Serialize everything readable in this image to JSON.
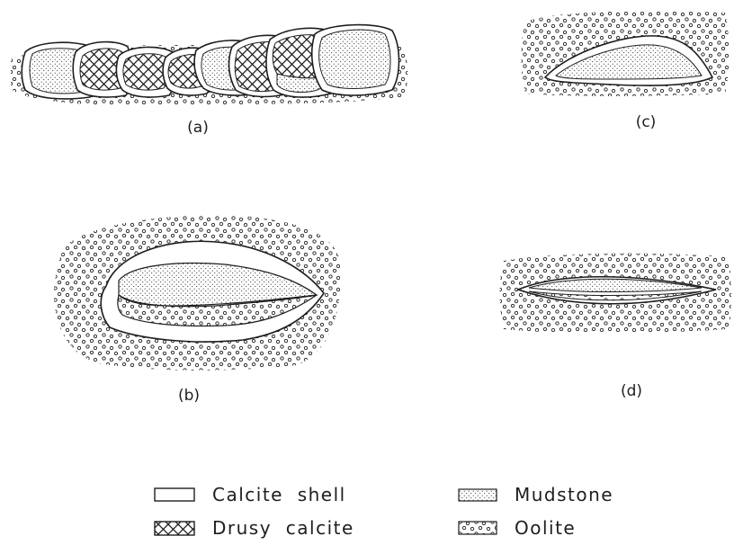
{
  "panels": {
    "a": {
      "label": "(a)"
    },
    "b": {
      "label": "(b)"
    },
    "c": {
      "label": "(c)"
    },
    "d": {
      "label": "(d)"
    }
  },
  "legend": {
    "items": [
      {
        "key": "calcite-shell",
        "label": "Calcite  shell",
        "pattern": "blank"
      },
      {
        "key": "drusy-calcite",
        "label": "Drusy  calcite",
        "pattern": "crosshatch"
      },
      {
        "key": "mudstone",
        "label": "Mudstone",
        "pattern": "fine-stipple"
      },
      {
        "key": "oolite",
        "label": "Oolite",
        "pattern": "small-circles"
      }
    ]
  },
  "colors": {
    "ink": "#1e1e1e",
    "paper": "#ffffff"
  }
}
